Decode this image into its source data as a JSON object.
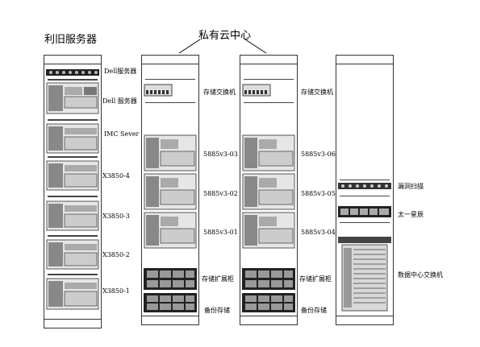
{
  "titles": {
    "legacy": "利旧服务器",
    "private_cloud": "私有云中心"
  },
  "rack1": {
    "labels": [
      "Dell服务器",
      "Dell 服务器",
      "IMC Sever",
      "X3850-4",
      "X3850-3",
      "X3850-2",
      "X3850-1"
    ]
  },
  "rack2": {
    "labels": [
      "存储交换机",
      "5885v3-03",
      "5885v3-02",
      "5885v3-01",
      "存储扩展柜",
      "备份存储"
    ]
  },
  "rack3": {
    "labels": [
      "存储交换机",
      "5885v3-06",
      "5885v3-05",
      "5885v3-04",
      "存储扩展柜",
      "备份存储"
    ]
  },
  "rack4": {
    "labels": [
      "漏洞扫描",
      "太一星辰",
      "数据中心交换机"
    ]
  }
}
